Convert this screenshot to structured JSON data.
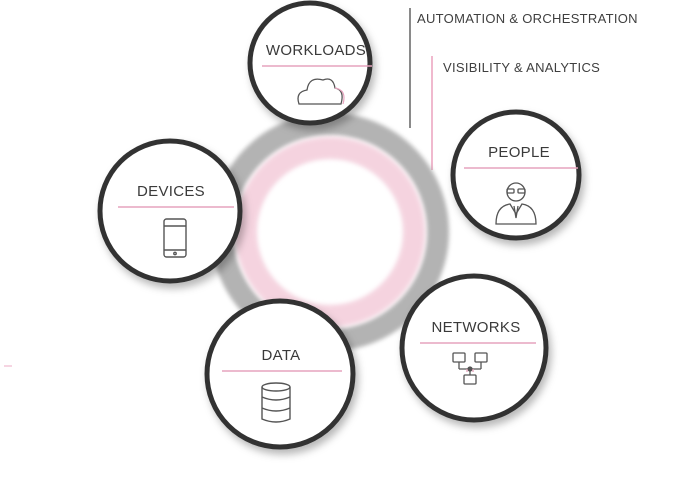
{
  "legend": {
    "automation": "AUTOMATION & ORCHESTRATION",
    "visibility": "VISIBILITY & ANALYTICS"
  },
  "nodes": {
    "workloads": {
      "label": "WORKLOADS",
      "icon": "cloud-icon"
    },
    "people": {
      "label": "PEOPLE",
      "icon": "person-icon"
    },
    "devices": {
      "label": "DEVICES",
      "icon": "smartphone-icon"
    },
    "data": {
      "label": "DATA",
      "icon": "database-icon"
    },
    "networks": {
      "label": "NETWORKS",
      "icon": "network-icon"
    }
  },
  "colors": {
    "ring_gray": "#9a9a9a",
    "ring_pink": "#f3c9d8",
    "circle_border": "#333333",
    "divider_pink": "#e6a3bd",
    "text": "#3a3a3a"
  }
}
